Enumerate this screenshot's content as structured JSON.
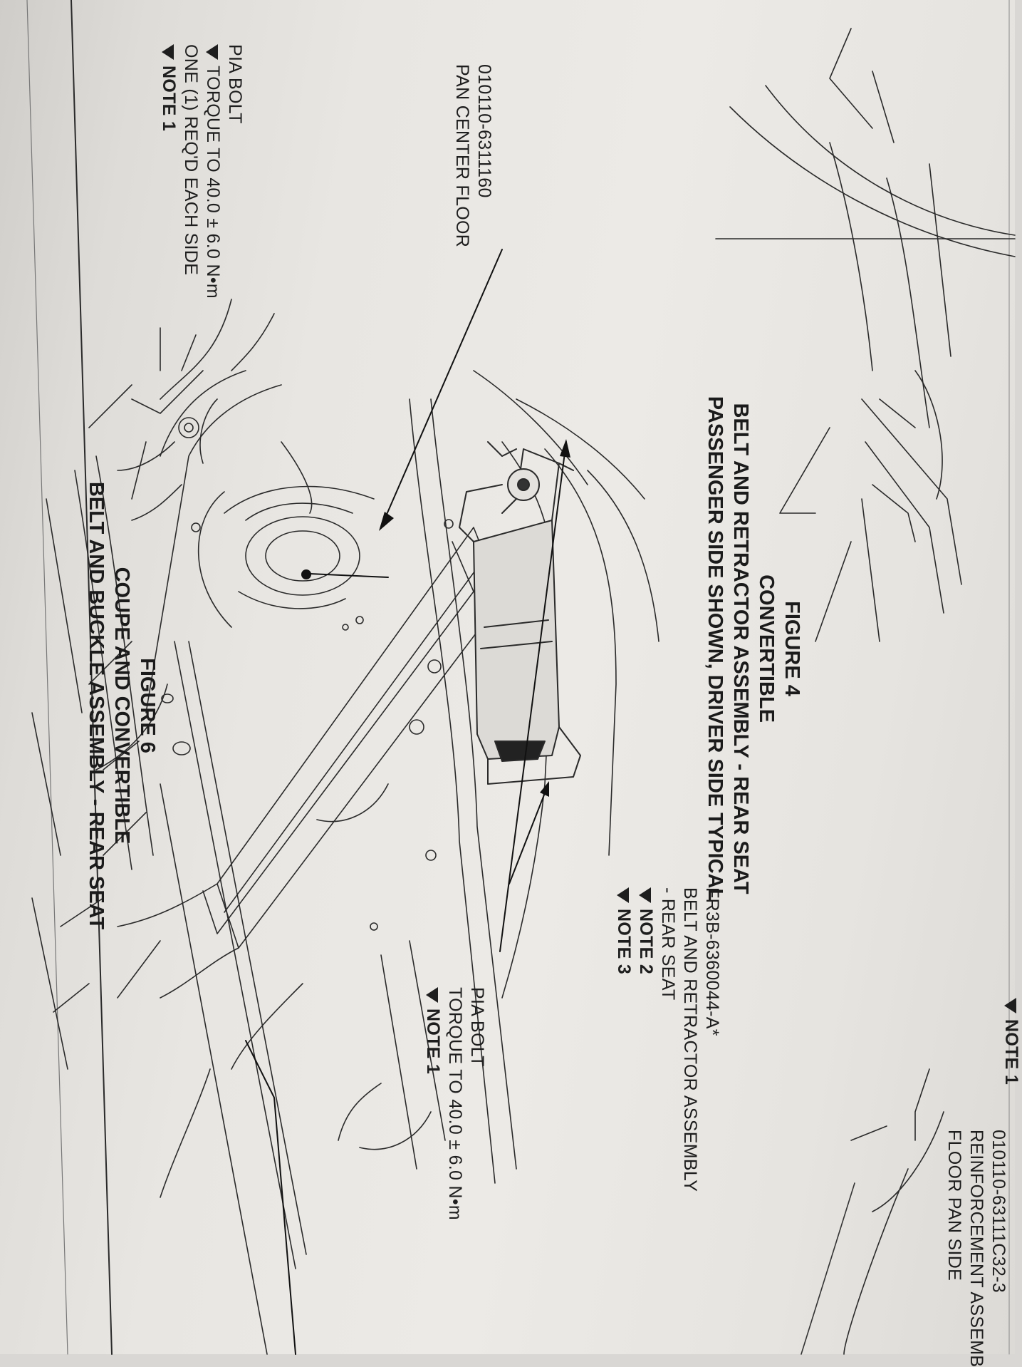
{
  "callouts": {
    "pia_bolt_top": {
      "name": "PIA BOLT",
      "torque": "TORQUE TO 40.0 ± 6.0 N•m",
      "qty": "ONE (1) REQ'D EACH SIDE",
      "note": "NOTE 1"
    },
    "pan_center_floor": {
      "part": "010110-6311160",
      "desc": "PAN CENTER FLOOR"
    },
    "belt_retractor": {
      "part": "FR3B-6360044-A*",
      "desc1": "BELT AND RETRACTOR ASSEMBLY",
      "desc2": "- REAR SEAT",
      "note_a": "NOTE 2",
      "note_b": "NOTE 3"
    },
    "pia_bolt_bottom": {
      "name": "PIA BOLT",
      "torque": "TORQUE TO 40.0 ± 6.0 N•m",
      "note": "NOTE 1"
    },
    "reinforcement": {
      "part": "010110-63111C32-3",
      "desc1": "REINFORCEMENT ASSEMB",
      "desc2": "FLOOR PAN SIDE"
    },
    "cut_note": "NOTE 1"
  },
  "figure4": {
    "title": "FIGURE 4",
    "line2": "CONVERTIBLE",
    "line3": "BELT AND RETRACTOR ASSEMBLY - REAR SEAT",
    "line4": "PASSENGER SIDE SHOWN, DRIVER SIDE TYPICAL"
  },
  "figure6": {
    "title": "FIGURE 6",
    "line2": "COUPE AND CONVERTIBLE",
    "line3": "BELT AND BUCKLE ASSEMBLY - REAR SEAT"
  }
}
